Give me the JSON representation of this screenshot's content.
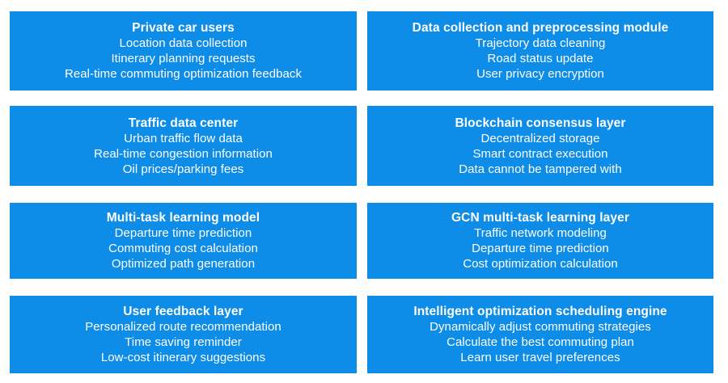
{
  "theme": {
    "box_color": "#0d8ce8",
    "text_color": "#ffffff",
    "background_color": "#ffffff"
  },
  "diagram": {
    "columns": 2,
    "rows": 4,
    "boxes": [
      {
        "id": "private-car-users",
        "title": "Private car users",
        "lines": [
          "Location data collection",
          "Itinerary planning requests",
          "Real-time commuting optimization feedback"
        ]
      },
      {
        "id": "data-collection-and-preprocessing-module",
        "title": "Data collection and preprocessing module",
        "lines": [
          "Trajectory data cleaning",
          "Road status update",
          "User privacy encryption"
        ]
      },
      {
        "id": "traffic-data-center",
        "title": "Traffic data center",
        "lines": [
          "Urban traffic flow data",
          "Real-time congestion information",
          "Oil prices/parking fees"
        ]
      },
      {
        "id": "blockchain-consensus-layer",
        "title": "Blockchain consensus layer",
        "lines": [
          "Decentralized storage",
          "Smart contract execution",
          "Data cannot be tampered with"
        ]
      },
      {
        "id": "multi-task-learning-model",
        "title": "Multi-task learning model",
        "lines": [
          "Departure time prediction",
          "Commuting cost calculation",
          "Optimized path generation"
        ]
      },
      {
        "id": "gcn-multi-task-learning-layer",
        "title": "GCN multi-task learning layer",
        "lines": [
          "Traffic network modeling",
          "Departure time prediction",
          "Cost optimization calculation"
        ]
      },
      {
        "id": "user-feedback-layer",
        "title": "User feedback layer",
        "lines": [
          "Personalized route recommendation",
          "Time saving reminder",
          "Low-cost itinerary suggestions"
        ]
      },
      {
        "id": "intelligent-optimization-scheduling-engine",
        "title": "Intelligent optimization scheduling engine",
        "lines": [
          "Dynamically adjust commuting strategies",
          "Calculate the best commuting plan",
          "Learn user travel preferences"
        ]
      }
    ]
  }
}
